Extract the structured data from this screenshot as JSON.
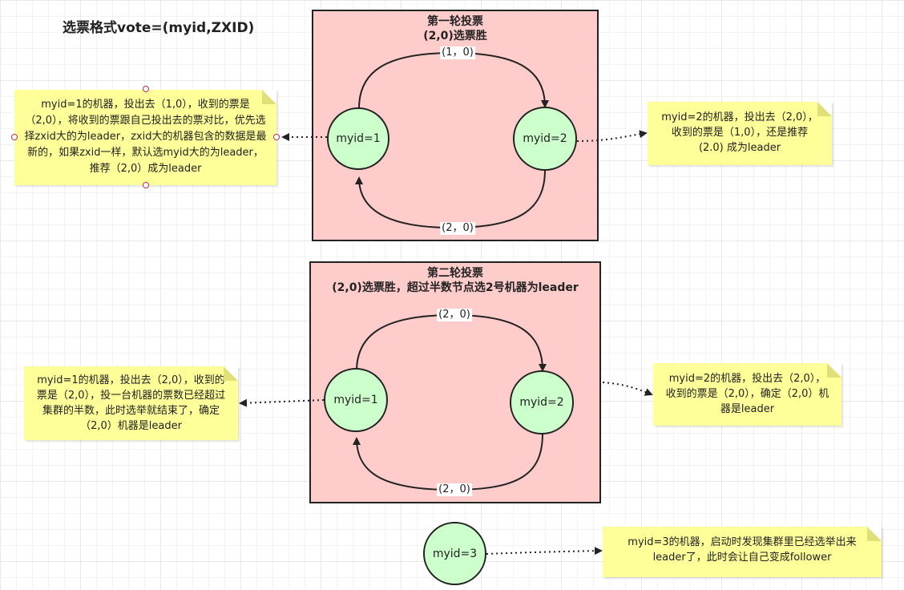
{
  "header": {
    "vote_format": "选票格式vote=(myid,ZXID)"
  },
  "round1": {
    "title_line1": "第一轮投票",
    "title_line2": "(2,0)选票胜",
    "node_left": "myid=1",
    "node_right": "myid=2",
    "edge_top": "(1，0)",
    "edge_bottom": "(2，0)",
    "note_left": "myid=1的机器，投出去（1,0），收到的票是（2,0），将收到的票跟自己投出去的票对比，优先选择zxid大的为leader，zxid大的机器包含的数据是最新的，如果zxid一样，默认选myid大的为leader，推荐（2,0）成为leader",
    "note_right": "myid=2的机器，投出去（2,0），收到的票是（1,0），还是推荐 (2.0) 成为leader"
  },
  "round2": {
    "title_line1": "第二轮投票",
    "title_line2": "(2,0)选票胜，超过半数节点选2号机器为leader",
    "node_left": "myid=1",
    "node_right": "myid=2",
    "edge_top": "(2，0)",
    "edge_bottom": "(2，0)",
    "note_left": "myid=1的机器，投出去（2,0），收到的票是（2,0），投一台机器的票数已经超过集群的半数，此时选举就结束了，确定（2,0）机器是leader",
    "note_right": "myid=2的机器，投出去（2,0），收到的票是（2,0），确定（2,0）机器是leader"
  },
  "round3": {
    "node": "myid=3",
    "note": "myid=3的机器，启动时发现集群里已经选举出来leader了，此时会让自己变成follower"
  },
  "colors": {
    "round_box_fill": "#ffcccc",
    "node_fill": "#ccffcc",
    "note_fill": "#ffff99"
  }
}
